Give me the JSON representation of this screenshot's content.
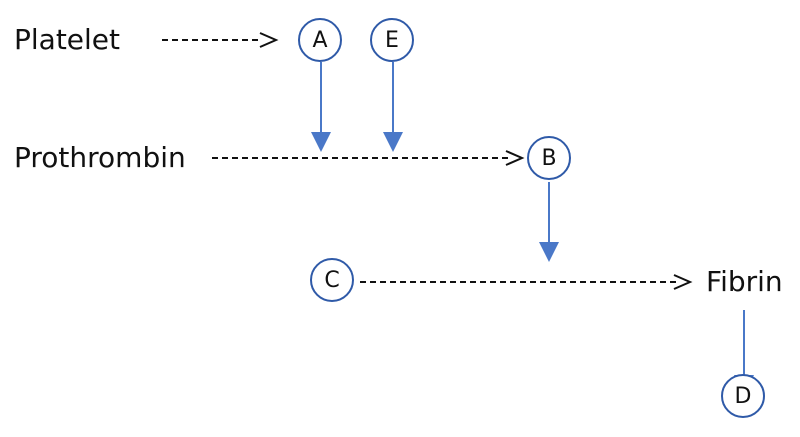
{
  "terms": {
    "platelet": "Platelet",
    "prothrombin": "Prothrombin",
    "fibrin": "Fibrin"
  },
  "nodes": {
    "a": "A",
    "b": "B",
    "c": "C",
    "d": "D",
    "e": "E"
  },
  "colors": {
    "arrow": "#4a78c8",
    "circle": "#2f5aa8",
    "text": "#111111"
  }
}
